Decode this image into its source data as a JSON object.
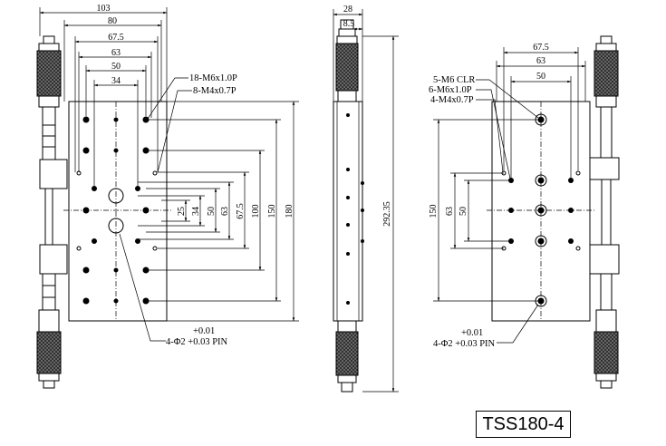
{
  "front_view": {
    "top_dims": [
      "103",
      "80",
      "67.5",
      "63",
      "50",
      "34"
    ],
    "right_dims": [
      "25",
      "34",
      "50",
      "63",
      "67.5",
      "100",
      "150",
      "180"
    ],
    "callouts": [
      "18-M6x1.0P",
      "8-M4x0.7P"
    ],
    "pin_tolerance_plus": "+0.01",
    "pin_note": "4-Φ2 +0.03 PIN"
  },
  "side_view": {
    "top_dims": [
      "28",
      "8.5"
    ],
    "height_dim": "292.35"
  },
  "back_view": {
    "top_dims": [
      "67.5",
      "63",
      "50"
    ],
    "left_dims": [
      "150",
      "63",
      "50"
    ],
    "callouts": [
      "5-M6 CLR",
      "6-M6x1.0P",
      "4-M4x0.7P"
    ],
    "pin_tolerance_plus": "+0.01",
    "pin_note": "4-Φ2 +0.03 PIN"
  },
  "model": "TSS180-4",
  "colors": {
    "line": "#000000",
    "background": "#ffffff"
  }
}
